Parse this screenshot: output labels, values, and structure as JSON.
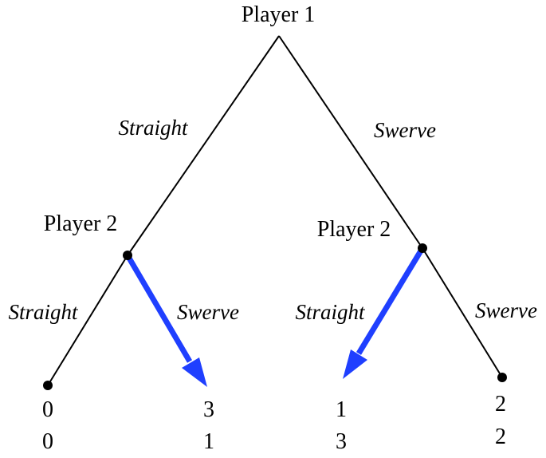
{
  "root": {
    "player_label": "Player 1"
  },
  "left_node": {
    "branch_from_root": "Straight",
    "player_label": "Player 2",
    "actions": [
      "Straight",
      "Swerve"
    ]
  },
  "right_node": {
    "branch_from_root": "Swerve",
    "player_label": "Player 2",
    "actions": [
      "Straight",
      "Swerve"
    ]
  },
  "payoffs": [
    {
      "player1": "0",
      "player2": "0"
    },
    {
      "player1": "3",
      "player2": "1"
    },
    {
      "player1": "1",
      "player2": "3"
    },
    {
      "player1": "2",
      "player2": "2"
    }
  ],
  "best_responses": [
    {
      "node": "left_node",
      "action": "Swerve"
    },
    {
      "node": "right_node",
      "action": "Straight"
    }
  ],
  "colors": {
    "tree_lines": "#000000",
    "best_response_arrow": "#1f3fff"
  }
}
